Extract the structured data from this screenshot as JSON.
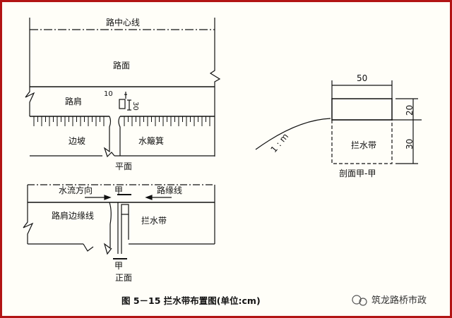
{
  "plan": {
    "road_centerline": "路中心线",
    "road_surface": "路面",
    "shoulder": "路肩",
    "slope": "边坡",
    "water_chute": "水簸箕",
    "plan_view": "平面",
    "dim_10": "10",
    "dim_30": "30"
  },
  "section": {
    "width": "50",
    "height_top": "20",
    "height_bottom": "30",
    "slope_ratio": "1 : m",
    "belt": "拦水带",
    "title": "剖面甲-甲"
  },
  "front": {
    "flow_direction": "水流方向",
    "section_mark_top": "甲",
    "road_edge_line": "路缘线",
    "shoulder_edge_line": "路肩边缘线",
    "belt": "拦水带",
    "section_mark_bottom": "甲",
    "front_view": "正面"
  },
  "caption": "图 5－15   拦水带布置图(单位:cm)",
  "watermark": "筑龙路桥市政",
  "colors": {
    "frame": "#b21414",
    "line": "#111111",
    "paper": "#fffef8"
  }
}
